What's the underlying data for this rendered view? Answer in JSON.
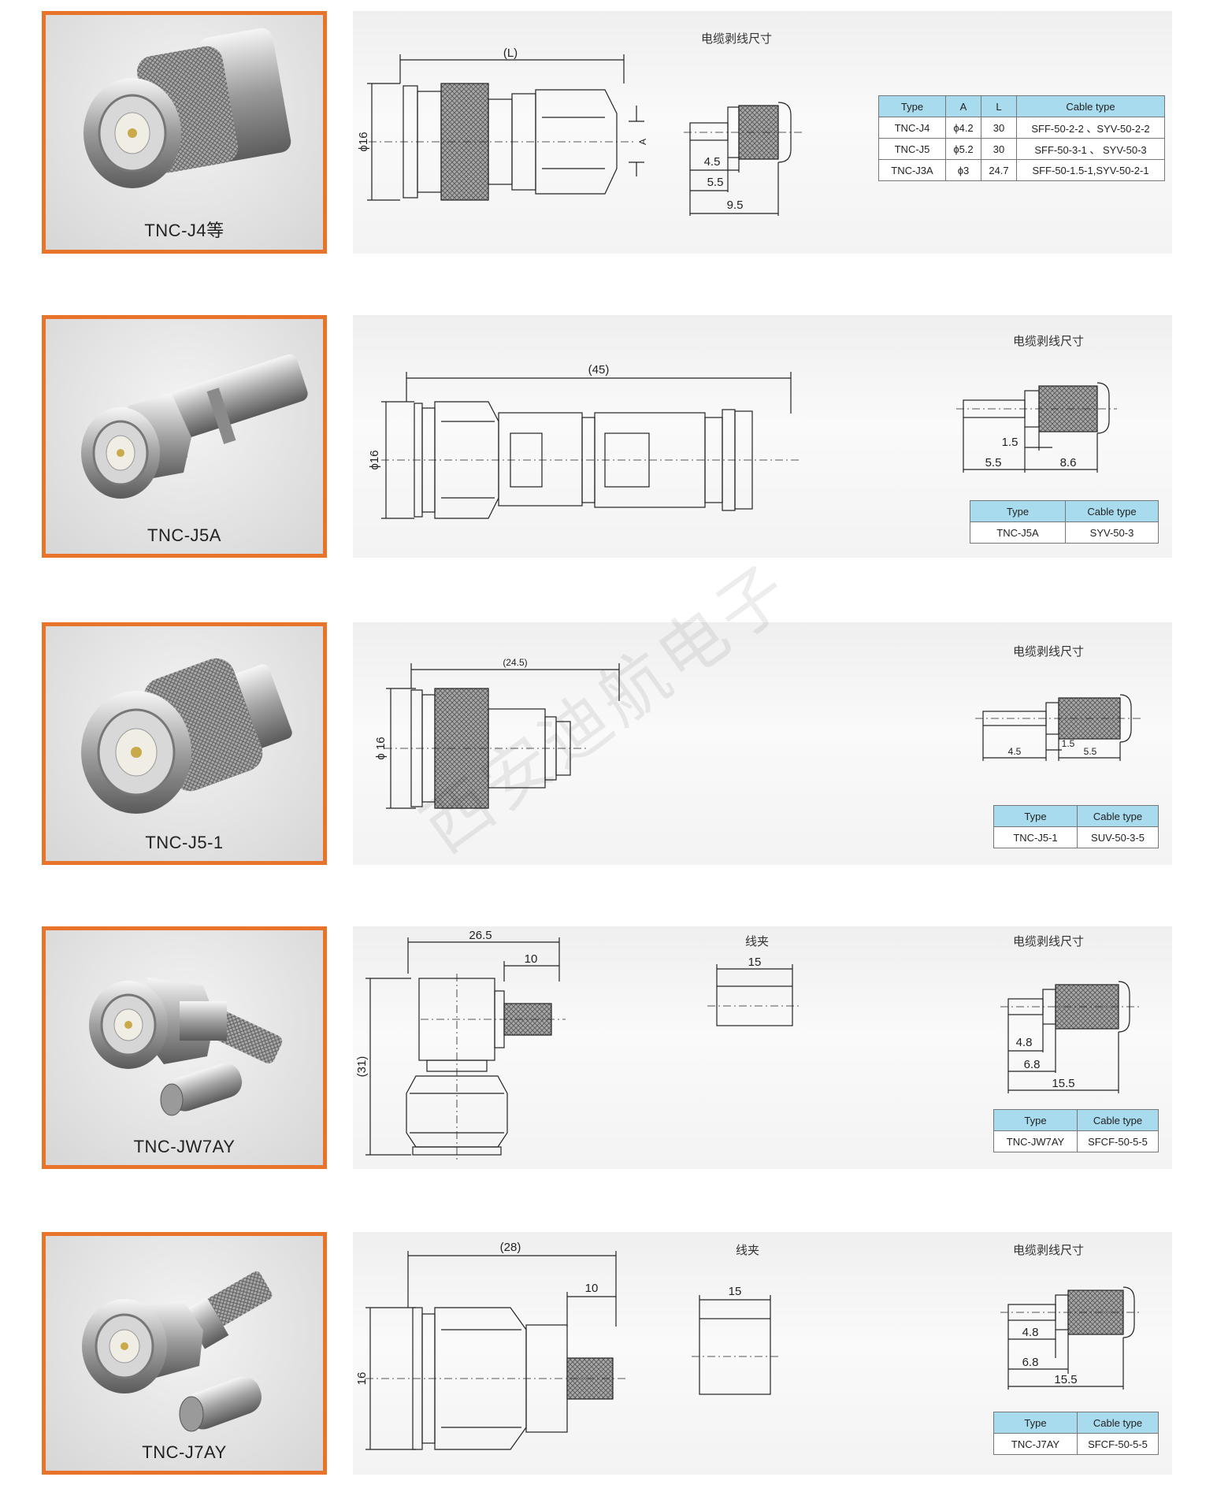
{
  "rows": [
    {
      "caption": "TNC-J4等",
      "strip_title": "电缆剥线尺寸",
      "dims": {
        "length": "(L)",
        "diameter": "ϕ16",
        "a": "A",
        "s1": "4.5",
        "s2": "5.5",
        "s3": "9.5"
      },
      "table": {
        "headers": [
          "Type",
          "A",
          "L",
          "Cable type"
        ],
        "rows": [
          [
            "TNC-J4",
            "ϕ4.2",
            "30",
            "SFF-50-2-2 、SYV-50-2-2"
          ],
          [
            "TNC-J5",
            "ϕ5.2",
            "30",
            "SFF-50-3-1 、 SYV-50-3"
          ],
          [
            "TNC-J3A",
            "ϕ3",
            "24.7",
            "SFF-50-1.5-1,SYV-50-2-1"
          ]
        ]
      }
    },
    {
      "caption": "TNC-J5A",
      "strip_title": "电缆剥线尺寸",
      "dims": {
        "length": "(45)",
        "diameter": "ϕ16",
        "s1": "1.5",
        "s2": "5.5",
        "s3": "8.6"
      },
      "table": {
        "headers": [
          "Type",
          "Cable type"
        ],
        "rows": [
          [
            "TNC-J5A",
            "SYV-50-3"
          ]
        ]
      }
    },
    {
      "caption": "TNC-J5-1",
      "strip_title": "电缆剥线尺寸",
      "dims": {
        "length": "(24.5)",
        "diameter": "ϕ 16",
        "s1": "1.5",
        "s2": "4.5",
        "s3": "5.5"
      },
      "table": {
        "headers": [
          "Type",
          "Cable type"
        ],
        "rows": [
          [
            "TNC-J5-1",
            "SUV-50-3-5"
          ]
        ]
      }
    },
    {
      "caption": "TNC-JW7AY",
      "strip_title": "电缆剥线尺寸",
      "clamp_title": "线夹",
      "dims": {
        "width": "26.5",
        "tail": "10",
        "height": "(31)",
        "clamp": "15",
        "s1": "4.8",
        "s2": "6.8",
        "s3": "15.5"
      },
      "table": {
        "headers": [
          "Type",
          "Cable type"
        ],
        "rows": [
          [
            "TNC-JW7AY",
            "SFCF-50-5-5"
          ]
        ]
      }
    },
    {
      "caption": "TNC-J7AY",
      "strip_title": "电缆剥线尺寸",
      "clamp_title": "线夹",
      "dims": {
        "length": "(28)",
        "tail": "10",
        "diameter": "16",
        "clamp": "15",
        "s1": "4.8",
        "s2": "6.8",
        "s3": "15.5"
      },
      "table": {
        "headers": [
          "Type",
          "Cable type"
        ],
        "rows": [
          [
            "TNC-J7AY",
            "SFCF-50-5-5"
          ]
        ]
      }
    }
  ],
  "watermark": "西安迪航电子"
}
